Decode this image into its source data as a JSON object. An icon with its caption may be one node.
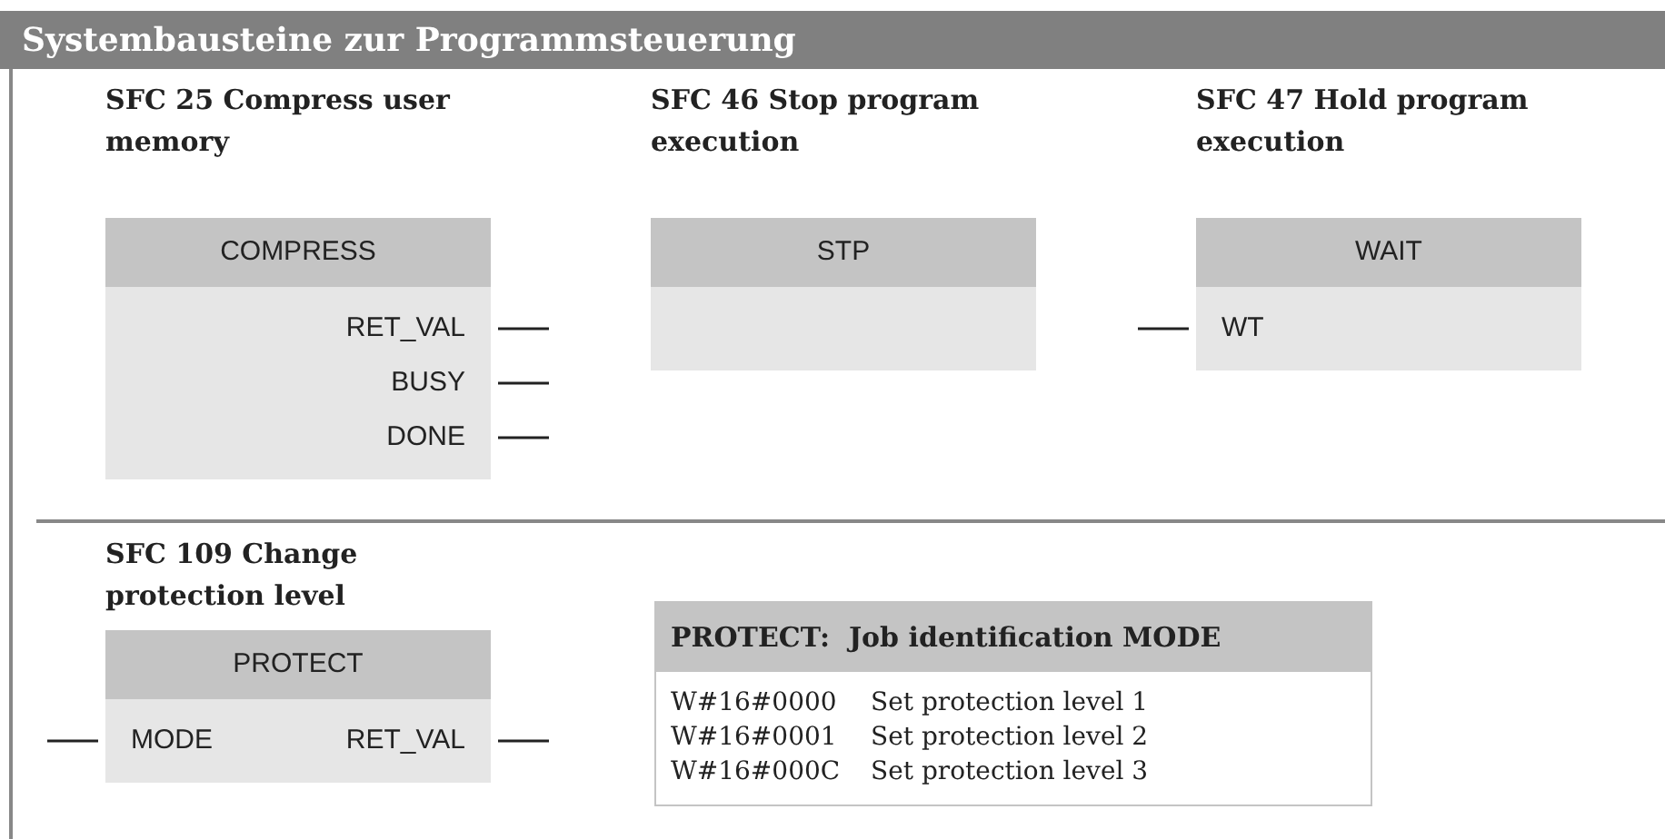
{
  "diagram": {
    "title": "Systembausteine zur Programmsteuerung",
    "nodes": [
      {
        "text": [
          "SFC 25 Compress user memory",
          "COMPRESS",
          "RET_VAL",
          "BUSY",
          "DONE"
        ]
      },
      {
        "text": [
          "SFC 46 Stop program execution",
          "STP"
        ]
      },
      {
        "text": [
          "SFC 47 Hold program execution",
          "WAIT",
          "WT"
        ]
      },
      {
        "text": [
          "SFC 109 Change protection level",
          "PROTECT",
          "MODE",
          "RET_VAL"
        ]
      },
      {
        "text": [
          "PROTECT:  Job identification MODE",
          "W#16#0000",
          "Set protection level 1",
          "W#16#0001",
          "Set protection level 2",
          "W#16#000C",
          "Set protection level 3"
        ]
      }
    ]
  }
}
